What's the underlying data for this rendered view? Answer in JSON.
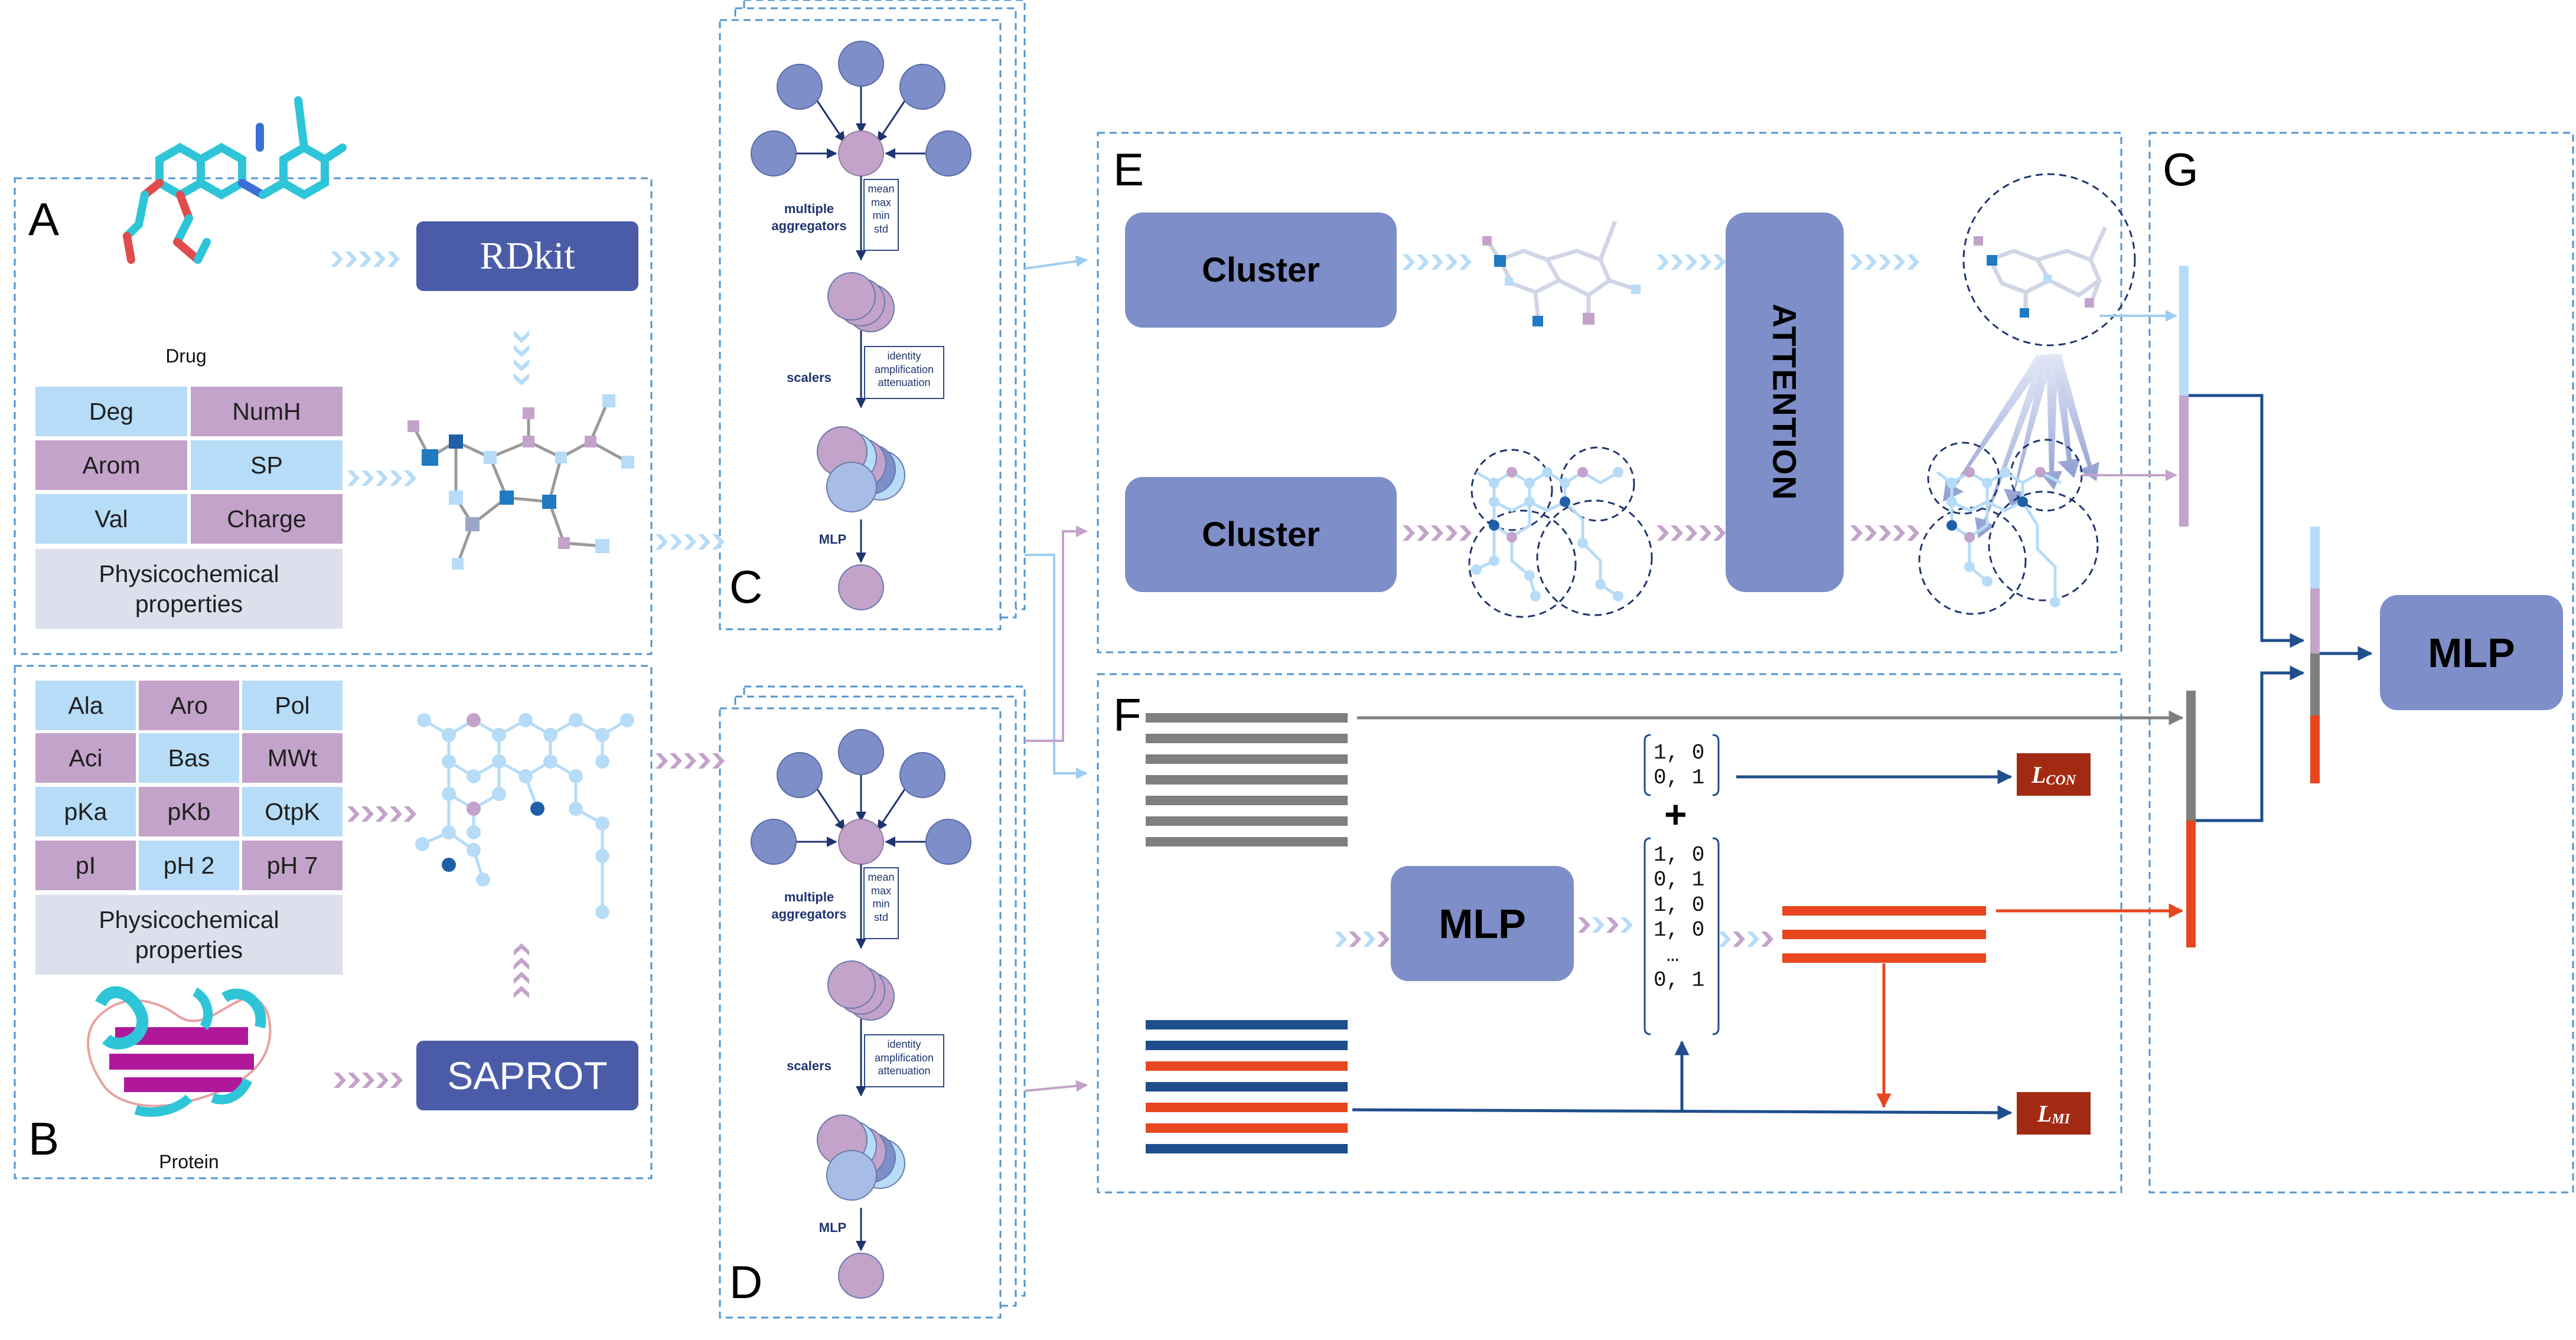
{
  "panels": {
    "a": "A",
    "b": "B",
    "c": "C",
    "d": "D",
    "e": "E",
    "f": "F",
    "g": "G"
  },
  "drug": {
    "caption": "Drug",
    "tool": "RDkit",
    "properties": [
      "Deg",
      "NumH",
      "Arom",
      "SP",
      "Val",
      "Charge"
    ],
    "physico_label": "Physicochemical\nproperties"
  },
  "protein": {
    "caption": "Protein",
    "tool": "SAPROT",
    "properties": [
      "Ala",
      "Aro",
      "Pol",
      "Aci",
      "Bas",
      "MWt",
      "pKa",
      "pKb",
      "OtpK",
      "pI",
      "pH 2",
      "pH 7"
    ],
    "physico_label": "Physicochemical\nproperties"
  },
  "gnn": {
    "aggregators_label": "multiple\naggregators",
    "aggregators": "mean\nmax\nmin\nstd",
    "scalers_label": "scalers",
    "scalers": "identity\namplification\nattenuation",
    "mlp_label": "MLP"
  },
  "cluster_top": "Cluster",
  "cluster_bottom": "Cluster",
  "attention": "ATTENTION",
  "f_mlp": "MLP",
  "g_mlp": "MLP",
  "matrix_small": "1, 0\n0, 1",
  "plus": "+",
  "matrix_large": "1, 0\n0, 1\n1, 0\n1, 0\n …\n0, 1",
  "loss_con": {
    "main": "L",
    "sub": "CON"
  },
  "loss_mi": {
    "main": "L",
    "sub": "MI"
  },
  "colors": {
    "light_blue": "#b6dcf7",
    "purple": "#c3a3c9",
    "dark_blue": "#4a5ca8",
    "navy": "#1f4e8c",
    "grey": "#7f7f7f",
    "red": "#e8461f",
    "dark_red": "#a32a12"
  }
}
